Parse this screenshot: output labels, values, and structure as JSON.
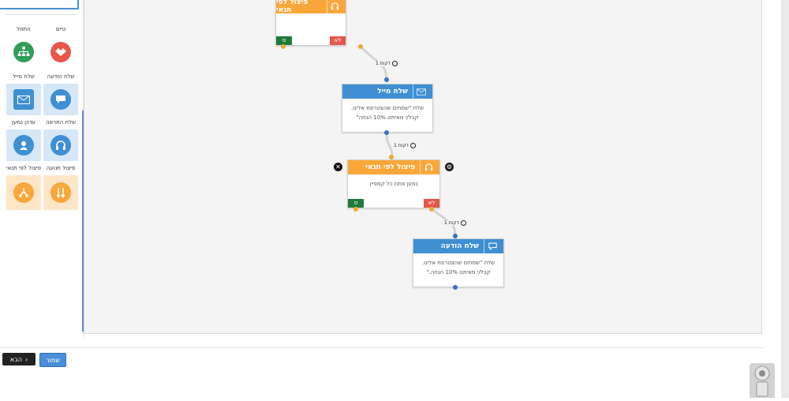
{
  "palette": {
    "tools": [
      {
        "label": "התחל",
        "icon": "sitemap-icon",
        "color": "#2f9e57",
        "bg": "#ffffff"
      },
      {
        "label": "טיים",
        "icon": "handshake-icon",
        "color": "#e8574a",
        "bg": "#ffffff"
      },
      {
        "label": "שלח מייל",
        "icon": "envelope-icon",
        "color": "#3f8fd2",
        "bg": "#d6e7f7"
      },
      {
        "label": "שלח הודעה",
        "icon": "chat-icon",
        "color": "#3f8fd2",
        "bg": "#d6e7f7"
      },
      {
        "label": "עדכן נמען",
        "icon": "user-icon",
        "color": "#3f8fd2",
        "bg": "#d6e7f7"
      },
      {
        "label": "שלח התראה",
        "icon": "headset-icon",
        "color": "#3f8fd2",
        "bg": "#d6e7f7"
      },
      {
        "label": "פיצול לפי תנאי",
        "icon": "split-icon",
        "color": "#f9a73a",
        "bg": "#fde6c8"
      },
      {
        "label": "פיצול תנועה",
        "icon": "split-arrows-icon",
        "color": "#f9a73a",
        "bg": "#fde6c8"
      }
    ]
  },
  "nodes": {
    "split1": {
      "title": "פיצול לפי תנאי",
      "yes": "ס",
      "no": "לא"
    },
    "email": {
      "title": "שלח מייל",
      "body": "שלח \"שמחים שהצטרפת אלינו. קבל/י מאיתנו 10% הנחה\""
    },
    "split2": {
      "title": "פיצול לפי תנאי",
      "body": "נמען פתח כל קמפיין",
      "yes": "ס",
      "no": "לא"
    },
    "message": {
      "title": "שלח הודעה",
      "body": "שלח \"שמחים שהצטרפת אלינו. קבל/י מאיתנו 10% הנחה.\""
    }
  },
  "delays": [
    "1 דקות",
    "1 דקות",
    "1 דקות"
  ],
  "footer": {
    "prev_label": "הבא",
    "save_label": "שמור"
  },
  "colors": {
    "accent": "#4a90d9",
    "split": "#f9a73a",
    "action": "#3f8fd2",
    "yes": "#1e7a3a",
    "no": "#e4574a"
  }
}
